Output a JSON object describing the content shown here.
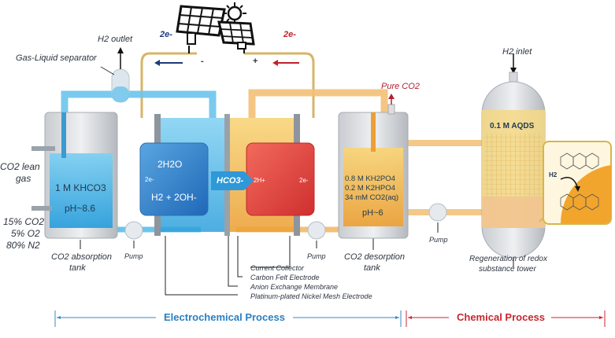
{
  "power": {
    "left_electrons": "2e-",
    "right_electrons": "2e-",
    "minus": "-",
    "plus": "+",
    "icon": "solar-panel-icon"
  },
  "separator": {
    "label": "Gas-Liquid separator",
    "outlet": "H2 outlet"
  },
  "absorption": {
    "gas_out": [
      "CO2 lean",
      "gas"
    ],
    "gas_in": [
      "15% CO2",
      "5% O2",
      "80% N2"
    ],
    "solution": "1 M KHCO3",
    "ph": "pH~8.6",
    "label": [
      "CO2 absorption",
      "tank"
    ],
    "pump": "Pump"
  },
  "cell": {
    "cathode": {
      "line1": "2H2O",
      "line2": "2e-",
      "line3": "H2 + 2OH-"
    },
    "ion": "HCO3-",
    "anode": {
      "left": "2H+",
      "right": "2e-"
    },
    "pump": "Pump",
    "legend": [
      "Current Collector",
      "Carbon Felt Electrode",
      "Anion Exchange Membrane",
      "Platinum-plated Nickel Mesh Electrode"
    ]
  },
  "desorption": {
    "outlet": "Pure CO2",
    "solution": [
      "0.8 M KH2PO4",
      "0.2 M K2HPO4",
      "34 mM CO2(aq)"
    ],
    "ph": "pH~6",
    "label": [
      "CO2 desorption",
      "tank"
    ],
    "pump": "Pump"
  },
  "tower": {
    "inlet": "H2 inlet",
    "solution": "0.1 M AQDS",
    "inset_h2": "H2",
    "label": [
      "Regeneration of redox",
      "substance tower"
    ]
  },
  "processes": {
    "electrochemical": "Electrochemical Process",
    "chemical": "Chemical Process"
  },
  "colors": {
    "blue": "#3aa7dc",
    "orange": "#f0b45a",
    "red": "#d6232a",
    "cathode": "#2f7fca",
    "anode": "#e24a44"
  }
}
